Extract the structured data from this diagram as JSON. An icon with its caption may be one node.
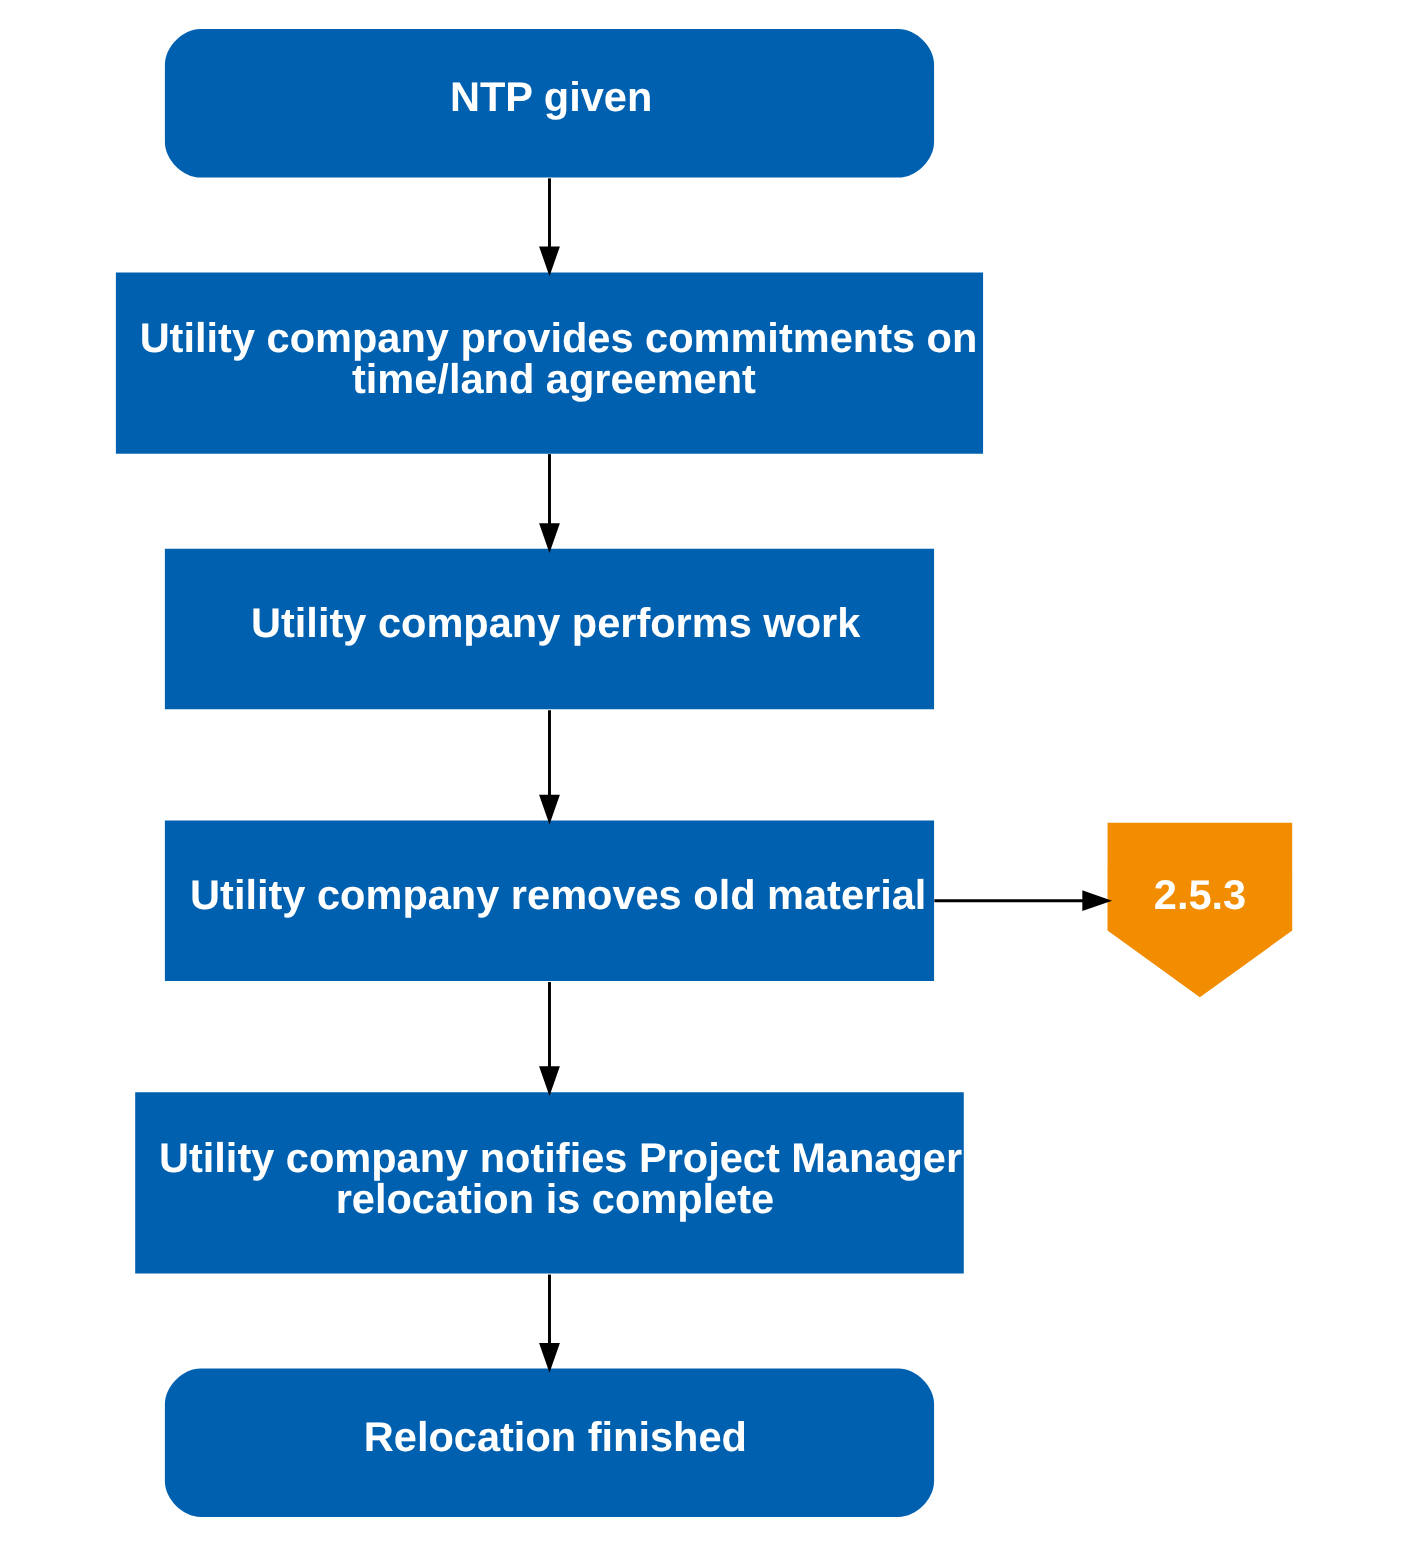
{
  "diagram": {
    "nodes": [
      {
        "text": [
          "NTP given"
        ]
      },
      {
        "text": [
          "Utility company provides commitments on time/land agreement"
        ]
      },
      {
        "text": [
          "Utility company performs work"
        ]
      },
      {
        "text": [
          "Utility company removes old material"
        ]
      },
      {
        "text": [
          "Utility company notifies Project Manager relocation is complete"
        ]
      },
      {
        "text": [
          "Relocation finished"
        ]
      },
      {
        "text": [
          "2.5.3"
        ]
      }
    ],
    "edges": [
      {
        "from": 0,
        "to": 1,
        "arrow": "to"
      },
      {
        "from": 1,
        "to": 2,
        "arrow": "to"
      },
      {
        "from": 2,
        "to": 3,
        "arrow": "to"
      },
      {
        "from": 3,
        "to": 4,
        "arrow": "to"
      },
      {
        "from": 4,
        "to": 5,
        "arrow": "to"
      },
      {
        "from": 3,
        "to": 6,
        "arrow": "to"
      }
    ]
  }
}
